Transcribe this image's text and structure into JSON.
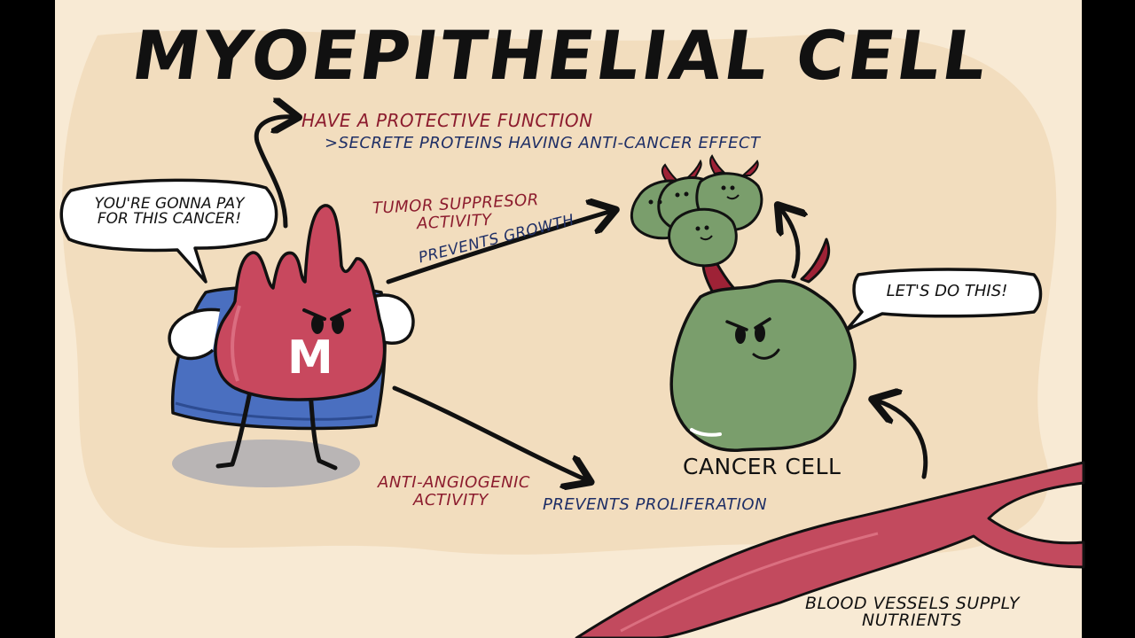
{
  "title": "MYOEPITHELIAL CELL",
  "protective": {
    "heading": "HAVE A PROTECTIVE FUNCTION",
    "detail": ">SECRETE PROTEINS HAVING ANTI-CANCER EFFECT"
  },
  "tumor": {
    "line1": "TUMOR SUPPRESOR",
    "line2": "ACTIVITY",
    "effect": "PREVENTS GROWTH"
  },
  "angio": {
    "line1": "ANTI-ANGIOGENIC",
    "line2": "ACTIVITY",
    "effect": "PREVENTS PROLIFERATION"
  },
  "hero_speech": {
    "line1": "YOU'RE GONNA PAY",
    "line2": "FOR THIS CANCER!"
  },
  "hero_badge": "M",
  "cancer_speech": "LET'S DO THIS!",
  "cancer_label": "CANCER CELL",
  "vessel": {
    "line1": "BLOOD VESSELS SUPPLY",
    "line2": "NUTRIENTS"
  },
  "colors": {
    "background": "#f8ead4",
    "blob": "#f0dab8",
    "hero_body": "#c8485e",
    "cape": "#4a6fc0",
    "cancer_green": "#7a9e6c",
    "horn": "#9e2236",
    "vessel": "#c24a5e",
    "red_text": "#8c1c2e",
    "navy_text": "#1f2f66"
  }
}
